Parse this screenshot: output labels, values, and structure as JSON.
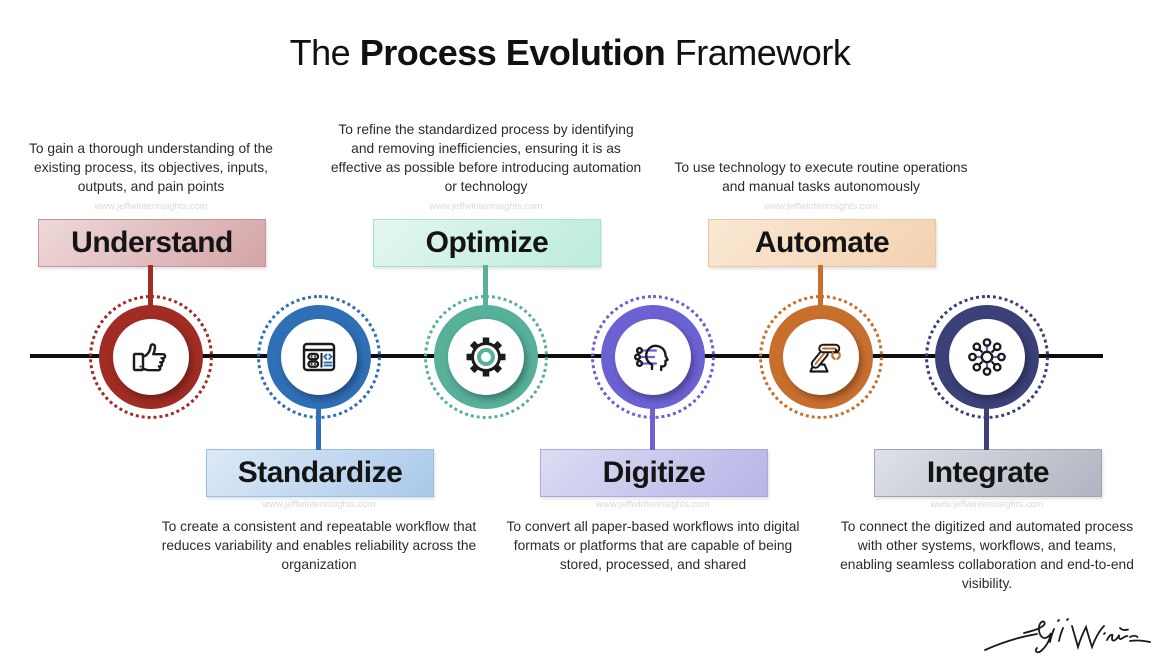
{
  "title": {
    "prefix": "The ",
    "emphasis": "Process Evolution",
    "suffix": " Framework"
  },
  "watermark": "www.jeffwinterinsights.com",
  "signature": "Jeff Winter",
  "timeline_color": "#0e0e0e",
  "stages": [
    {
      "label": "Understand",
      "position": "top",
      "icon": "thumbs-up-icon",
      "ring_color": "#A02C24",
      "box_gradient": [
        "#EFD9DA",
        "#D4A4A7"
      ],
      "box_border": "#C6949A",
      "description": "To gain a thorough understanding of the existing process, its objectives, inputs, outputs, and pain points"
    },
    {
      "label": "Standardize",
      "position": "bottom",
      "icon": "app-window-icon",
      "ring_color": "#2F6FB6",
      "box_gradient": [
        "#DCE9F7",
        "#A9C9EA"
      ],
      "box_border": "#9DBEE2",
      "description": "To create a consistent and repeatable workflow that reduces variability and enables reliability across the organization"
    },
    {
      "label": "Optimize",
      "position": "top",
      "icon": "gear-icon",
      "ring_color": "#57B09A",
      "box_gradient": [
        "#E4F7F0",
        "#BCEBDC"
      ],
      "box_border": "#AADFCD",
      "description": "To refine the standardized process by identifying and removing inefficiencies, ensuring it is as effective as possible before introducing automation or technology"
    },
    {
      "label": "Digitize",
      "position": "bottom",
      "icon": "digital-head-icon",
      "ring_color": "#6C61D3",
      "box_gradient": [
        "#DCDCF4",
        "#B6B5E6"
      ],
      "box_border": "#ABA9DE",
      "description": "To convert all paper-based workflows into digital formats or platforms that are capable of being stored, processed, and shared"
    },
    {
      "label": "Automate",
      "position": "top",
      "icon": "robot-arm-icon",
      "ring_color": "#C96F2E",
      "box_gradient": [
        "#FAE8D4",
        "#F3D1B0"
      ],
      "box_border": "#EBC6A2",
      "description": "To use technology to execute routine operations and manual tasks autonomously"
    },
    {
      "label": "Integrate",
      "position": "bottom",
      "icon": "network-hub-icon",
      "ring_color": "#3B4178",
      "box_gradient": [
        "#DEE1E7",
        "#AFB5C1"
      ],
      "box_border": "#9FA6B2",
      "description": "To connect the digitized and automated process with other systems, workflows, and teams, enabling seamless collaboration and end-to-end visibility."
    }
  ]
}
